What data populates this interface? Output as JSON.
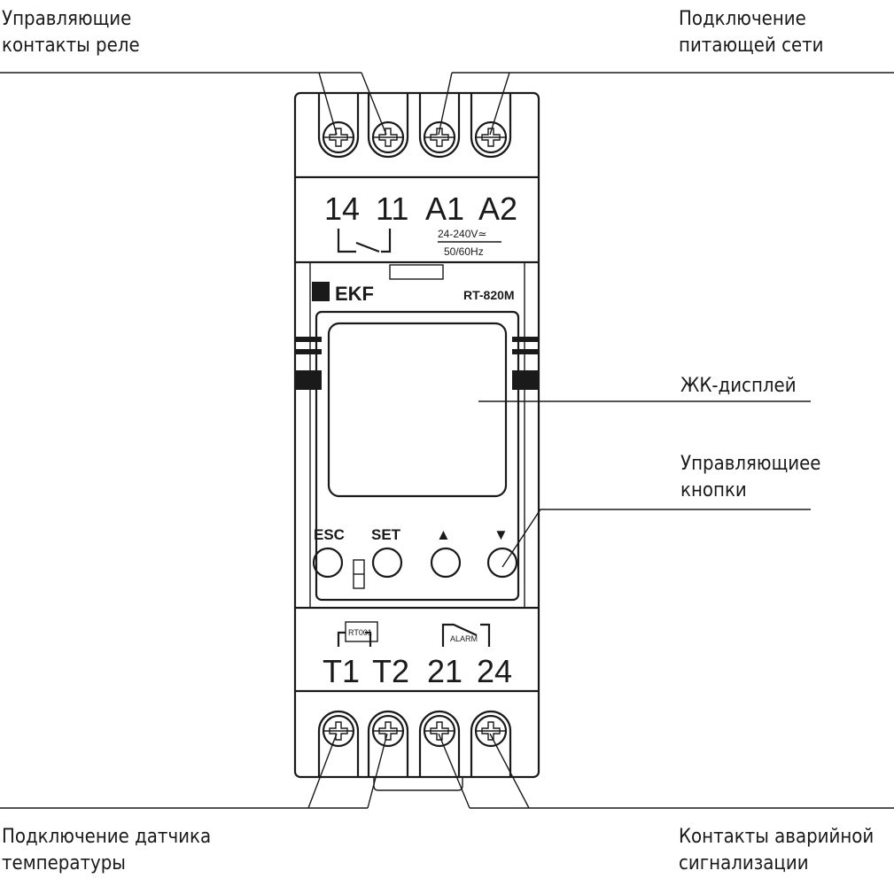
{
  "callouts": {
    "relay_contacts": [
      "Управляющие",
      "контакты реле"
    ],
    "power_supply": [
      "Подключение",
      "питающей сети"
    ],
    "lcd": "ЖК-дисплей",
    "buttons": [
      "Управляющиее",
      "кнопки"
    ],
    "sensor": [
      "Подключение датчика",
      "температуры"
    ],
    "alarm": [
      "Контакты аварийной",
      "сигнализации"
    ]
  },
  "device": {
    "brand": "EKF",
    "model": "RT-820M",
    "top_terminals": [
      "14",
      "11",
      "A1",
      "A2"
    ],
    "voltage": "24-240V≃",
    "frequency": "50/60Hz",
    "buttons": [
      "ESC",
      "SET",
      "▲",
      "▼"
    ],
    "sensor_label": "RT001",
    "alarm_label": "ALARM",
    "bottom_terminals": [
      "T1",
      "T2",
      "21",
      "24"
    ]
  }
}
